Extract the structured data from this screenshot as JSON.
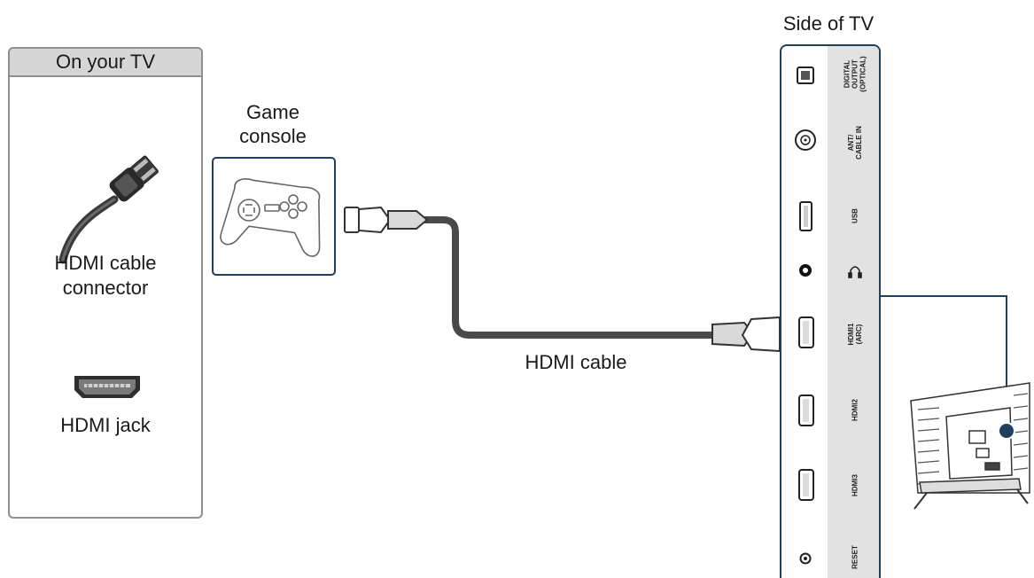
{
  "legend": {
    "title": "On your TV",
    "connector_label_line1": "HDMI cable",
    "connector_label_line2": "connector",
    "jack_label": "HDMI jack"
  },
  "console": {
    "label_line1": "Game",
    "label_line2": "console",
    "icon": "gamepad-icon"
  },
  "cable": {
    "label": "HDMI cable",
    "color": "#4a4a4a"
  },
  "tv_side": {
    "title": "Side of TV",
    "ports": [
      {
        "label": "DIGITAL\nOUTPUT\n(OPTICAL)",
        "icon": "optical-port-icon"
      },
      {
        "label": "ANT/\nCABLE IN",
        "icon": "coax-port-icon"
      },
      {
        "label": "USB",
        "icon": "usb-port-icon"
      },
      {
        "label": "",
        "icon": "headphone-icon"
      },
      {
        "label": "HDMI1\n(ARC)",
        "icon": "hdmi-port-icon"
      },
      {
        "label": "HDMI2",
        "icon": "hdmi-port-icon"
      },
      {
        "label": "HDMI3",
        "icon": "hdmi-port-icon"
      },
      {
        "label": "RESET",
        "icon": "reset-button-icon"
      }
    ]
  },
  "colors": {
    "frame_navy": "#1f3f5f",
    "legend_gray": "#d6d6d6",
    "panel_gray": "#e2e2e2"
  }
}
